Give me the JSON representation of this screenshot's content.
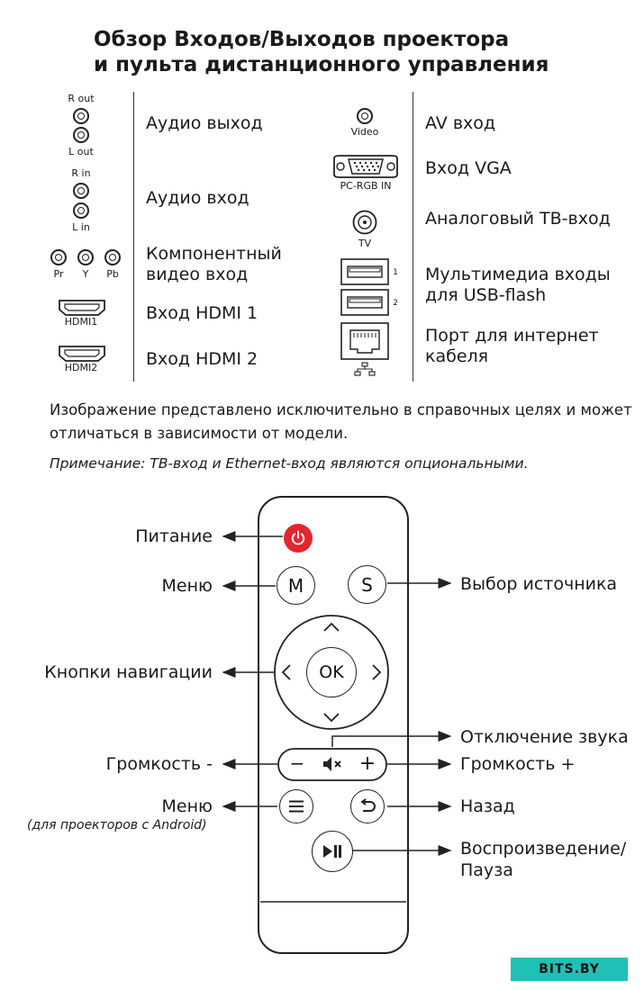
{
  "title": {
    "line1": "Обзор Входов/Выходов проектора",
    "line2": "и пульта дистанционного управления"
  },
  "ports_left": {
    "audio_out": {
      "label": "Аудио выход",
      "r_label": "R out",
      "l_label": "L out"
    },
    "audio_in": {
      "label": "Аудио вход",
      "r_label": "R in",
      "l_label": "L in"
    },
    "component": {
      "label_line1": "Компонентный",
      "label_line2": "видео вход",
      "pr": "Pr",
      "y": "Y",
      "pb": "Pb"
    },
    "hdmi1": {
      "label": "Вход HDMI 1",
      "port_label": "HDMI1"
    },
    "hdmi2": {
      "label": "Вход HDMI 2",
      "port_label": "HDMI2"
    }
  },
  "ports_right": {
    "av": {
      "label": "AV вход",
      "port_label": "Video"
    },
    "vga": {
      "label": "Вход VGA",
      "port_label": "PC-RGB IN"
    },
    "tv": {
      "label": "Аналоговый ТВ-вход",
      "port_label": "TV"
    },
    "usb": {
      "label_line1": "Мультимедиа входы",
      "label_line2": "для USB-flash",
      "n1": "1",
      "n2": "2"
    },
    "ethernet": {
      "label_line1": "Порт для интернет",
      "label_line2": "кабеля"
    }
  },
  "notes": {
    "disclaimer_line1": "Изображение представлено исключительно в справочных целях и может",
    "disclaimer_line2": "отличаться в зависимости от модели.",
    "note": "Примечание: ТВ-вход и Ethernet-вход являются опциональными."
  },
  "remote": {
    "buttons": {
      "menu": "M",
      "source": "S",
      "ok": "OK",
      "minus": "−",
      "plus": "+"
    },
    "labels": {
      "power": "Питание",
      "menu": "Меню",
      "source": "Выбор источника",
      "navigation": "Кнопки навигации",
      "mute": "Отключение звука",
      "vol_down": "Громкость -",
      "vol_up": "Громкость +",
      "android_menu": "Меню",
      "android_hint": "(для проекторов с Android)",
      "back": "Назад",
      "play_line1": "Воспроизведение/",
      "play_line2": "Пауза"
    },
    "colors": {
      "power": "#e3262b"
    }
  },
  "logo": {
    "text": "BITS.BY"
  }
}
